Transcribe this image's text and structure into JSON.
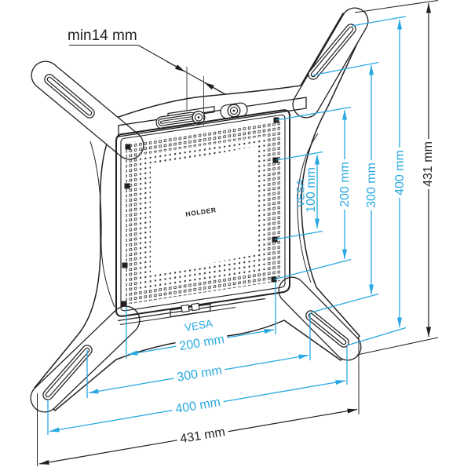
{
  "diagram": {
    "title_note": "min14 mm",
    "logo": "HOLDER",
    "colors": {
      "accent_blue": "#29A9E1",
      "ink_black": "#231F20",
      "background": "#FFFFFF"
    },
    "right_dims": {
      "vesa": "VESA",
      "d100": "100 mm",
      "d200": "200 mm",
      "d300": "300 mm",
      "d400": "400 mm",
      "total": "431 mm"
    },
    "bottom_dims": {
      "vesa": "VESA",
      "d200": "200 mm",
      "d300": "300 mm",
      "d400": "400 mm",
      "total": "431 mm"
    }
  }
}
